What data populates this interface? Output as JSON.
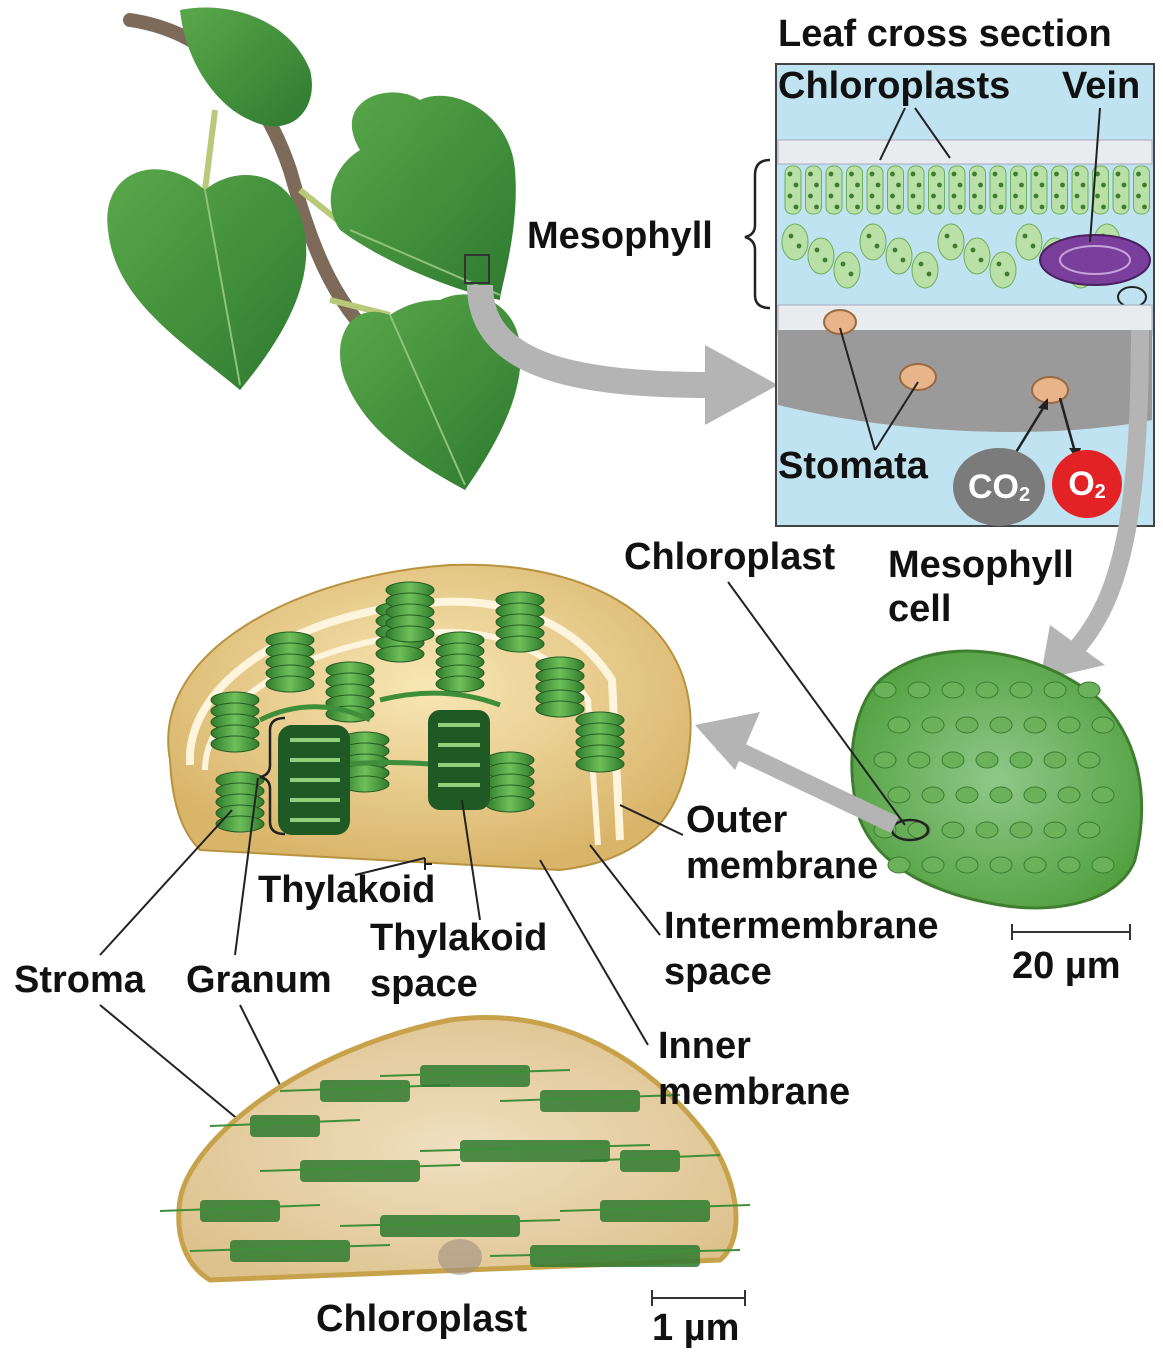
{
  "labels": {
    "leaf_cross_section": "Leaf cross section",
    "chloroplasts": "Chloroplasts",
    "vein": "Vein",
    "mesophyll": "Mesophyll",
    "stomata": "Stomata",
    "co2_main": "CO",
    "co2_sub": "2",
    "o2_main": "O",
    "o2_sub": "2",
    "chloroplast_top": "Chloroplast",
    "mesophyll_cell_line1": "Mesophyll",
    "mesophyll_cell_line2": "cell",
    "outer_membrane_line1": "Outer",
    "outer_membrane_line2": "membrane",
    "thylakoid": "Thylakoid",
    "thylakoid_space_line1": "Thylakoid",
    "thylakoid_space_line2": "space",
    "intermembrane_space_line1": "Intermembrane",
    "intermembrane_space_line2": "space",
    "stroma": "Stroma",
    "granum": "Granum",
    "inner_membrane_line1": "Inner",
    "inner_membrane_line2": "membrane",
    "scale_20um": "20 µm",
    "chloroplast_bottom": "Chloroplast",
    "scale_1um": "1 µm"
  },
  "colors": {
    "leaf": "#3f8f3a",
    "leaf_dark": "#2a6a2a",
    "cross_section_bg": "#bfe3f0",
    "chloroplast_green": "#4f9e3c",
    "stroma_tan": "#e8c98a",
    "vein_purple": "#7a3f9a",
    "co2_gray": "#7b7b7b",
    "o2_red": "#e32226",
    "arrow_gray": "#b4b4b4"
  }
}
